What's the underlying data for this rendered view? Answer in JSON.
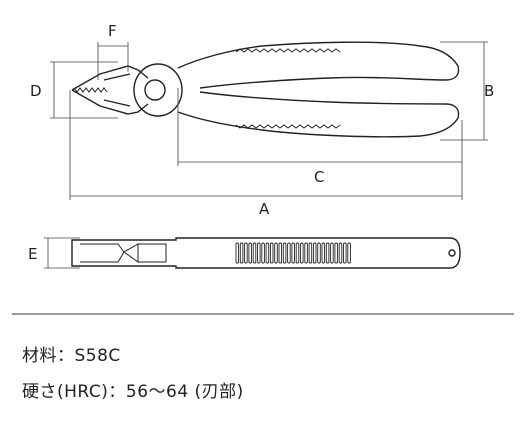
{
  "dimension_labels": {
    "a": "A",
    "b": "B",
    "c": "C",
    "d": "D",
    "e": "E",
    "f": "F"
  },
  "specs": {
    "material": "材料：S58C",
    "hardness": "硬さ(HRC)：56〜64 (刃部)"
  }
}
